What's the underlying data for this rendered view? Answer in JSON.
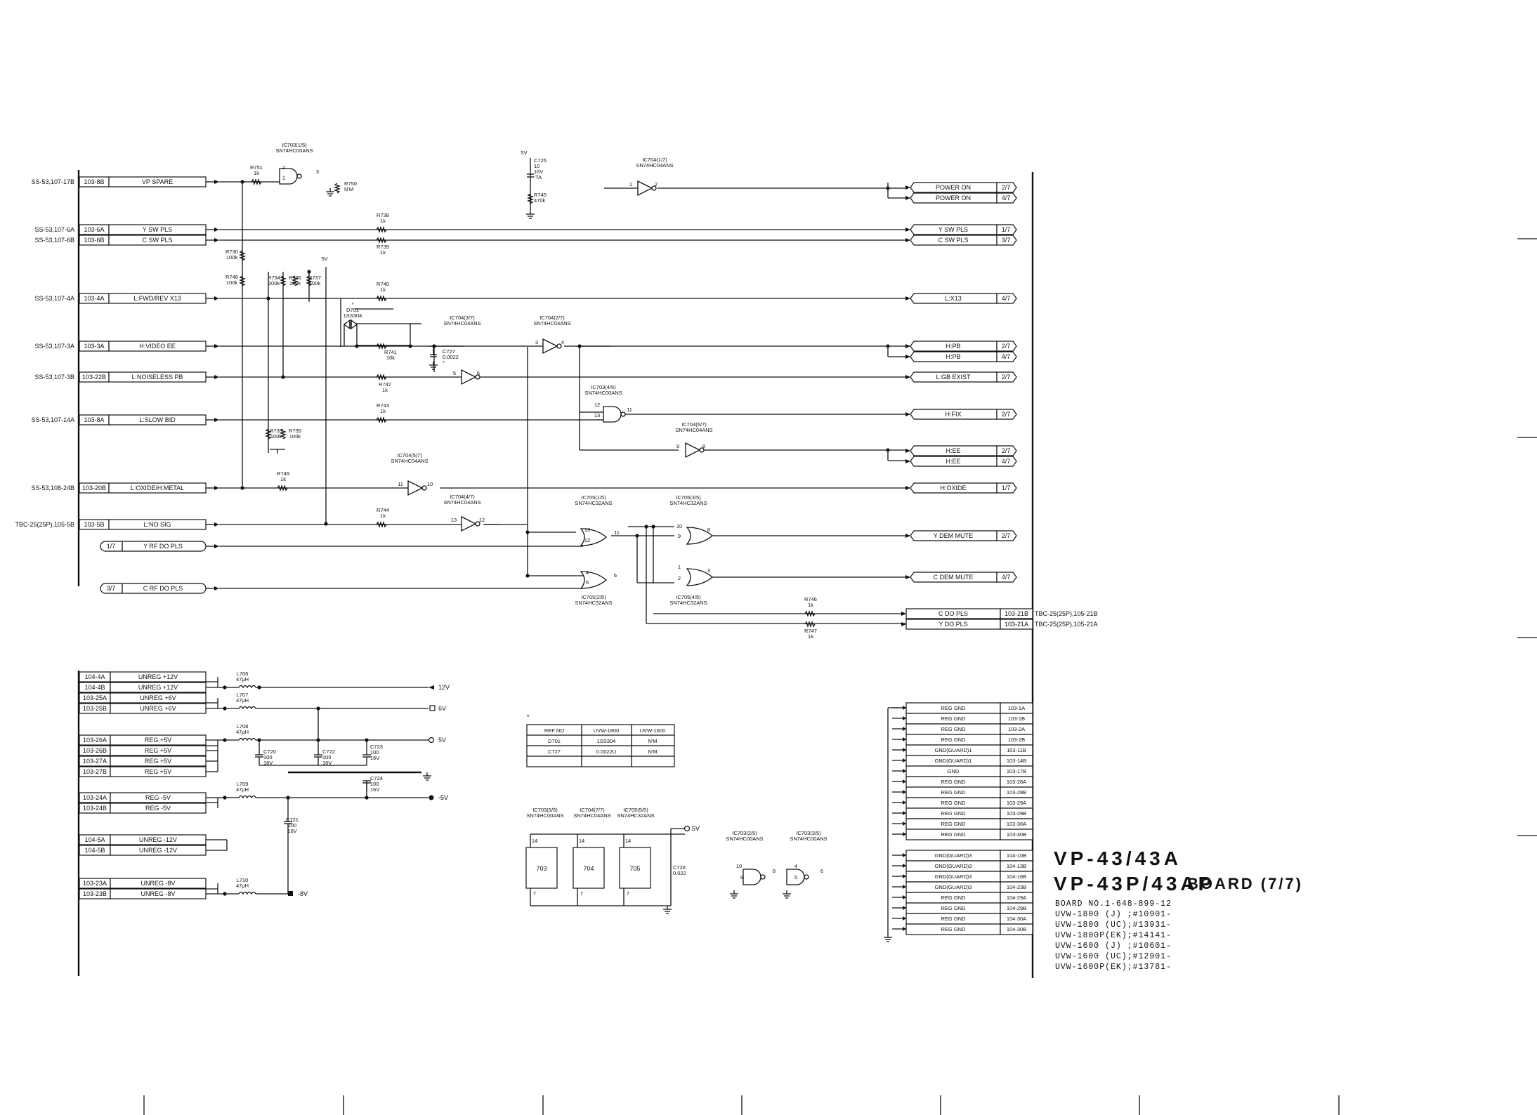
{
  "title": {
    "line1": "VP-43/43A",
    "line2": "VP-43P/43AP",
    "board": "BOARD (7/7)"
  },
  "board_info": [
    "BOARD NO.1-648-899-12",
    "UVW-1800 (J) ;#10901-",
    "UVW-1800 (UC);#13931-",
    "UVW-1800P(EK);#14141-",
    "UVW-1600 (J) ;#10601-",
    "UVW-1600 (UC);#12901-",
    "UVW-1600P(EK);#13781-"
  ],
  "inputs": [
    {
      "src": "SS-53,107-17B",
      "pin": "103-8B",
      "name": "VP SPARE"
    },
    {
      "src": "SS-53,107-6A",
      "pin": "103-6A",
      "name": "Y SW PLS"
    },
    {
      "src": "SS-53,107-6B",
      "pin": "103-6B",
      "name": "C SW PLS"
    },
    {
      "src": "SS-53,107-4A",
      "pin": "103-4A",
      "name": "L:FWD/REV X13"
    },
    {
      "src": "SS-53,107-3A",
      "pin": "103-3A",
      "name": "H:VIDEO EE"
    },
    {
      "src": "SS-53,107-3B",
      "pin": "103-22B",
      "name": "L:NOISELESS PB"
    },
    {
      "src": "SS-53,107-14A",
      "pin": "103-8A",
      "name": "L:SLOW BID"
    },
    {
      "src": "SS-53,108-24B",
      "pin": "103-20B",
      "name": "L:OXIDE/H:METAL"
    },
    {
      "src": "TBC-25(25P),105-5B",
      "pin": "103-5B",
      "name": "L:NO SIG"
    },
    {
      "src": "",
      "pin": "1/7",
      "name": "Y RF DO PLS"
    },
    {
      "src": "",
      "pin": "3/7",
      "name": "C RF DO PLS"
    }
  ],
  "outputs": [
    {
      "name": "POWER ON",
      "pg": "2/7"
    },
    {
      "name": "POWER ON",
      "pg": "4/7"
    },
    {
      "name": "Y SW PLS",
      "pg": "1/7"
    },
    {
      "name": "C SW PLS",
      "pg": "3/7"
    },
    {
      "name": "L:X13",
      "pg": "4/7"
    },
    {
      "name": "H:PB",
      "pg": "2/7"
    },
    {
      "name": "H:PB",
      "pg": "4/7"
    },
    {
      "name": "L:GB EXIST",
      "pg": "2/7"
    },
    {
      "name": "H:FIX",
      "pg": "2/7"
    },
    {
      "name": "H:EE",
      "pg": "2/7"
    },
    {
      "name": "H:EE",
      "pg": "4/7"
    },
    {
      "name": "H:OXIDE",
      "pg": "1/7"
    },
    {
      "name": "Y DEM MUTE",
      "pg": "2/7"
    },
    {
      "name": "C DEM MUTE",
      "pg": "4/7"
    }
  ],
  "connector_outputs": [
    {
      "name": "C DO PLS",
      "pin": "103-21B",
      "dst": "TBC-25(25P),105-21B"
    },
    {
      "name": "Y DO PLS",
      "pin": "103-21A",
      "dst": "TBC-25(25P),105-21A"
    }
  ],
  "power_inputs": [
    {
      "pin": "104-4A",
      "name": "UNREG +12V"
    },
    {
      "pin": "104-4B",
      "name": "UNREG +12V"
    },
    {
      "pin": "103-25A",
      "name": "UNREG +6V"
    },
    {
      "pin": "103-25B",
      "name": "UNREG +6V"
    },
    {
      "pin": "103-26A",
      "name": "REG +5V"
    },
    {
      "pin": "103-26B",
      "name": "REG +5V"
    },
    {
      "pin": "103-27A",
      "name": "REG +5V"
    },
    {
      "pin": "103-27B",
      "name": "REG +5V"
    },
    {
      "pin": "103-24A",
      "name": "REG -5V"
    },
    {
      "pin": "103-24B",
      "name": "REG -5V"
    },
    {
      "pin": "104-5A",
      "name": "UNREG -12V"
    },
    {
      "pin": "104-5B",
      "name": "UNREG -12V"
    },
    {
      "pin": "103-23A",
      "name": "UNREG -8V"
    },
    {
      "pin": "103-23B",
      "name": "UNREG -8V"
    }
  ],
  "rails": [
    "12V",
    "6V",
    "5V",
    "-5V",
    "-8V"
  ],
  "gnd_list1": [
    {
      "name": "REG GND",
      "pin": "103-1A"
    },
    {
      "name": "REG GND",
      "pin": "103-1B"
    },
    {
      "name": "REG GND",
      "pin": "103-2A"
    },
    {
      "name": "REG GND",
      "pin": "103-2B"
    },
    {
      "name": "GND(GUARD)1",
      "pin": "103-11B"
    },
    {
      "name": "GND(GUARD)1",
      "pin": "103-14B"
    },
    {
      "name": "GND",
      "pin": "103-17B"
    },
    {
      "name": "REG GND",
      "pin": "103-28A"
    },
    {
      "name": "REG GND",
      "pin": "103-28B"
    },
    {
      "name": "REG GND",
      "pin": "103-29A"
    },
    {
      "name": "REG GND",
      "pin": "103-29B"
    },
    {
      "name": "REG GND",
      "pin": "103-30A"
    },
    {
      "name": "REG GND",
      "pin": "103-30B"
    }
  ],
  "gnd_list2": [
    {
      "name": "GND(GUARD)3",
      "pin": "104-10B"
    },
    {
      "name": "GND(GUARD)3",
      "pin": "104-13B"
    },
    {
      "name": "GND(GUARD)3",
      "pin": "104-16B"
    },
    {
      "name": "GND(GUARD)3",
      "pin": "104-23B"
    },
    {
      "name": "REG GND",
      "pin": "104-29A"
    },
    {
      "name": "REG GND",
      "pin": "104-29B"
    },
    {
      "name": "REG GND",
      "pin": "104-30A"
    },
    {
      "name": "REG GND",
      "pin": "104-30B"
    }
  ],
  "ref_table": {
    "star": "*",
    "headers": [
      "REF NO",
      "UVW-1800",
      "UVW-1600"
    ],
    "rows": [
      [
        "D701",
        "1SS304",
        "N'M"
      ],
      [
        "C727",
        "0.0022U",
        "N'M"
      ],
      [
        "",
        "",
        ""
      ]
    ]
  },
  "ic_labels": {
    "ic703_1": [
      "IC703(1/5)",
      "SN74HC00ANS"
    ],
    "ic704_1": [
      "IC704(1/7)",
      "SN74HC04ANS"
    ],
    "ic704_3": [
      "IC704(3/7)",
      "SN74HC04ANS"
    ],
    "ic704_2": [
      "IC704(2/7)",
      "SN74HC04ANS"
    ],
    "ic703_4": [
      "IC703(4/5)",
      "SN74HC00ANS"
    ],
    "ic704_6": [
      "IC704(6/7)",
      "SN74HC04ANS"
    ],
    "ic704_5": [
      "IC704(5/7)",
      "SN74HC04ANS"
    ],
    "ic704_4": [
      "IC704(4/7)",
      "SN74HC04ANS"
    ],
    "ic705_1": [
      "IC705(1/5)",
      "SN74HC32ANS"
    ],
    "ic705_3": [
      "IC705(3/5)",
      "SN74HC32ANS"
    ],
    "ic705_2": [
      "IC705(2/5)",
      "SN74HC32ANS"
    ],
    "ic705_4": [
      "IC705(4/5)",
      "SN74HC32ANS"
    ],
    "ic703_2": [
      "IC703(2/5)",
      "SN74HC00ANS"
    ],
    "ic703_3": [
      "IC703(3/5)",
      "SN74HC00ANS"
    ],
    "ic703_5": [
      "IC703(5/5)",
      "SN74HC00ANS"
    ],
    "ic704_7": [
      "IC704(7/7)",
      "SN74HC04ANS"
    ],
    "ic705_5": [
      "IC705(5/5)",
      "SN74HC32ANS"
    ]
  },
  "pkg_labels": [
    "703",
    "704",
    "705"
  ],
  "components": {
    "r751": [
      "R751",
      "1k"
    ],
    "r750": [
      "R750",
      "N'M"
    ],
    "c725": [
      "C725",
      "10",
      "16V",
      ":TA"
    ],
    "r745": [
      "R745",
      "470k"
    ],
    "r738": [
      "R738",
      "1k"
    ],
    "r739": [
      "R739",
      "1k"
    ],
    "r730": [
      "R730",
      "100k"
    ],
    "r748": [
      "R748",
      "100k"
    ],
    "r734": [
      "R734",
      "100k"
    ],
    "r736": [
      "R736",
      "100k"
    ],
    "r737": [
      "R737",
      "100k"
    ],
    "r740": [
      "R740",
      "1k"
    ],
    "d701": [
      "*",
      "D701",
      "1SS304"
    ],
    "r741": [
      "R741",
      "10k"
    ],
    "c727": [
      "C727",
      "0.0022",
      "*"
    ],
    "r742": [
      "R742",
      "1k"
    ],
    "r743": [
      "R743",
      "1k"
    ],
    "r733": [
      "R733",
      "100k"
    ],
    "r735": [
      "R735",
      "100k"
    ],
    "r749": [
      "R749",
      "1k"
    ],
    "r744": [
      "R744",
      "1k"
    ],
    "r746": [
      "R746",
      "1k"
    ],
    "r747": [
      "R747",
      "1k"
    ],
    "l706": [
      "L706",
      "47μH"
    ],
    "l707": [
      "L707",
      "47μH"
    ],
    "l708": [
      "L708",
      "47μH"
    ],
    "l709": [
      "L709",
      "47μH"
    ],
    "l710": [
      "L710",
      "47μH"
    ],
    "c720": [
      "C720",
      "100",
      "16V"
    ],
    "c722": [
      "C722",
      "100",
      "16V"
    ],
    "c723": [
      "C723",
      "100",
      "16V"
    ],
    "c724": [
      "C724",
      "100",
      "16V"
    ],
    "c721": [
      "C721",
      "100",
      "16V"
    ],
    "c726": [
      "C726",
      "0.022"
    ],
    "v5": "5V"
  },
  "pins": {
    "ic703_1": [
      "2",
      "1",
      "3"
    ],
    "ic704_1": [
      "1",
      "2"
    ],
    "ic704_3": [
      "5",
      "6"
    ],
    "ic704_2": [
      "3",
      "4"
    ],
    "ic703_4": [
      "12",
      "13",
      "11"
    ],
    "ic704_6": [
      "9",
      "8"
    ],
    "ic704_5": [
      "11",
      "10"
    ],
    "ic704_4": [
      "13",
      "12"
    ],
    "ic705_1": [
      "13",
      "12",
      "11"
    ],
    "ic705_3": [
      "10",
      "9",
      "8"
    ],
    "ic705_2": [
      "4",
      "5",
      "6"
    ],
    "ic705_4": [
      "1",
      "2",
      "3"
    ],
    "ic703_2": [
      "10",
      "9",
      "8"
    ],
    "ic703_3": [
      "4",
      "5",
      "6"
    ],
    "pkg_top": [
      "14",
      "14",
      "14"
    ],
    "pkg_bot": [
      "7",
      "7",
      "7"
    ]
  }
}
